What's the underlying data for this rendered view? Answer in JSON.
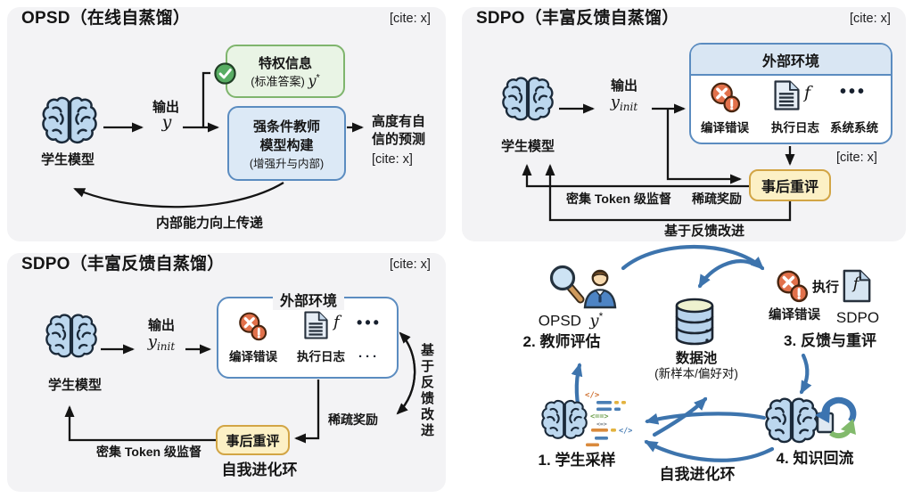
{
  "panels": {
    "tl": {
      "title": "OPSD（在线自蒸馏）",
      "cite": "[cite: x]",
      "student_label": "学生模型",
      "output_label": "输出",
      "output_var": "y",
      "priv_box": {
        "line1": "特权信息",
        "line2_prefix": "(标准答案)",
        "var": "y",
        "sup": "*"
      },
      "teacher_box": {
        "line1": "强条件教师",
        "line2": "模型构建",
        "line3": "(增强升与内部)"
      },
      "result": {
        "line1": "高度有自",
        "line2": "信的预测",
        "cite": "[cite: x]"
      },
      "loop_label": "内部能力向上传递"
    },
    "tr": {
      "title": "SDPO（丰富反馈自蒸馏）",
      "cite": "[cite: x]",
      "student_label": "学生模型",
      "output_label": "输出",
      "output_var": "y",
      "output_sub": "init",
      "env": {
        "title": "外部环境",
        "item1": "编译错误",
        "item2": "执行日志",
        "item3": "系统系统",
        "f": "f",
        "dots": "•••"
      },
      "cite2": "[cite: x]",
      "reeval": "事后重评",
      "dense": "密集 Token 级监督",
      "sparse": "稀疏奖励",
      "feedback": "基于反馈改进"
    },
    "bl": {
      "title": "SDPO（丰富反馈自蒸馏）",
      "cite": "[cite: x]",
      "student_label": "学生模型",
      "output_label": "输出",
      "output_var": "y",
      "output_sub": "init",
      "env": {
        "title": "外部环境",
        "item1": "编译错误",
        "item2": "执行日志",
        "f": "f",
        "dots": "•••",
        "dots2": "···"
      },
      "sparse": "稀疏奖励",
      "reeval": "事后重评",
      "dense": "密集 Token 级监督",
      "feedback_vertical": "基于反馈改进",
      "loop_label": "自我进化环"
    },
    "br": {
      "opsd": "OPSD",
      "opsd_var": "y",
      "opsd_sup": "*",
      "step2": "2. 教师评估",
      "pool_title": "数据池",
      "pool_sub": "(新样本/偏好对)",
      "exec": "执行",
      "f": "f",
      "compile_err": "编译错误",
      "sdpo": "SDPO",
      "step3": "3. 反馈与重评",
      "step1": "1. 学生采样",
      "loop_label": "自我进化环",
      "step4": "4. 知识回流"
    }
  },
  "colors": {
    "panel_bg": "#f3f3f5",
    "text": "#151515",
    "arrow_black": "#141414",
    "arrow_blue": "#3d74ad",
    "blue_box_fill": "#dce9f6",
    "blue_box_border": "#5b8cc0",
    "green_box_fill": "#e9f4e5",
    "green_box_border": "#7fb56d",
    "yellow_box_fill": "#fcf0c5",
    "yellow_box_border": "#d2a545",
    "env_header_fill": "#d9e6f3",
    "error_icon": "#e2714b",
    "check_icon": "#58ad63",
    "brain_fill": "#bcd7ee",
    "db_top": "#eef1cf",
    "db_body": "#b8d3ec"
  }
}
